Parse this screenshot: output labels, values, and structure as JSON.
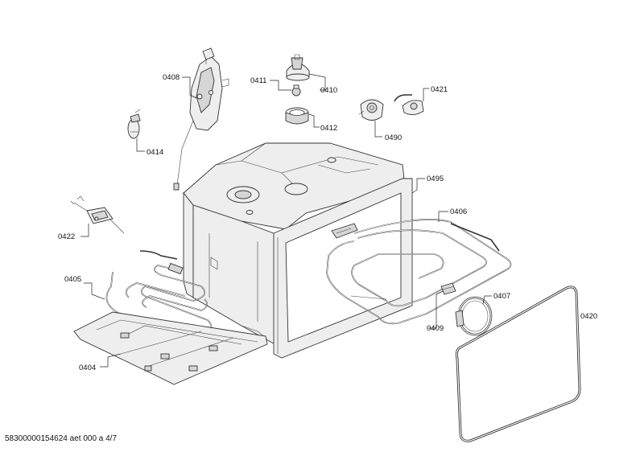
{
  "callouts": [
    {
      "id": "c0408",
      "label": "0408"
    },
    {
      "id": "c0411",
      "label": "0411"
    },
    {
      "id": "c0410",
      "label": "0410"
    },
    {
      "id": "c0412",
      "label": "0412"
    },
    {
      "id": "c0421",
      "label": "0421"
    },
    {
      "id": "c0490",
      "label": "0490"
    },
    {
      "id": "c0414",
      "label": "0414"
    },
    {
      "id": "c0495",
      "label": "0495"
    },
    {
      "id": "c0406",
      "label": "0406"
    },
    {
      "id": "c0422",
      "label": "0422"
    },
    {
      "id": "c0405",
      "label": "0405"
    },
    {
      "id": "c0407",
      "label": "0407"
    },
    {
      "id": "c0409",
      "label": "0409"
    },
    {
      "id": "c0420",
      "label": "0420"
    },
    {
      "id": "c0404",
      "label": "0404"
    }
  ],
  "footer": {
    "text": "58300000154624 aet 000 a 4/7"
  }
}
